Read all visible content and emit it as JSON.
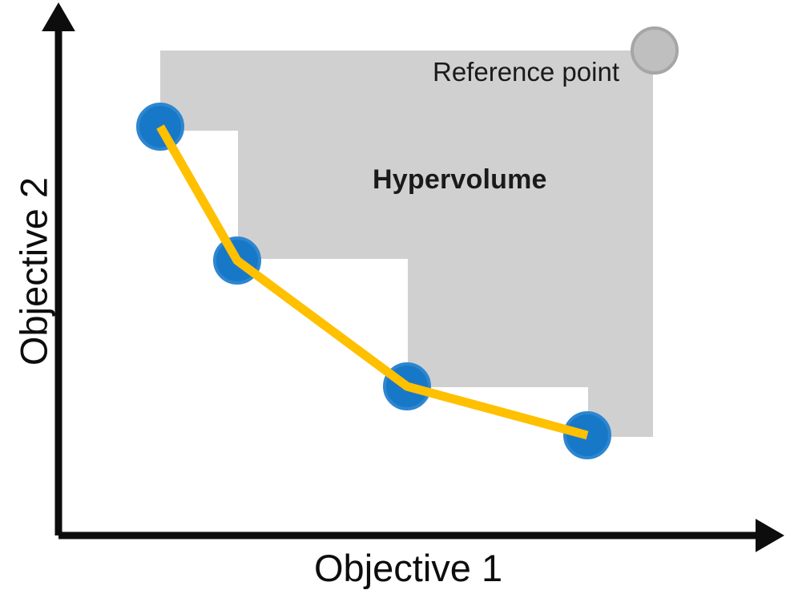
{
  "figure": {
    "title_text": "Hypervolume",
    "reference_point_label": "Reference point",
    "x_axis_label": "Objective 1",
    "y_axis_label": "Objective 2"
  },
  "colors": {
    "background": "#ffffff",
    "axis": "#0d0d0d",
    "hypervolume_fill": "#d0d0d0",
    "pareto_point_fill": "#1878C8",
    "pareto_point_ring": "#2E86D0",
    "pareto_front_line": "#FFC000",
    "reference_point_fill": "#BFBFBF",
    "reference_point_ring": "#A6A6A6",
    "text": "#1a1a1a"
  },
  "chart_data": {
    "type": "scatter",
    "title": "Hypervolume",
    "xlabel": "Objective 1",
    "ylabel": "Objective 2",
    "grid": false,
    "legend": "none",
    "annotations": [
      {
        "name": "hypervolume-region-label",
        "text": "Hypervolume",
        "x": 577,
        "y": 228
      },
      {
        "name": "reference-point-label",
        "text": "Reference point",
        "x": 665,
        "y": 90
      }
    ],
    "axes": {
      "x_axis": {
        "x1": 73,
        "y1": 668,
        "x2": 979,
        "y2": 668,
        "arrow": "end"
      },
      "y_axis": {
        "x1": 73,
        "y1": 668,
        "x2": 73,
        "y2": 3,
        "arrow": "end"
      },
      "stroke_width": 9,
      "arrow_size": 36
    },
    "series": [
      {
        "name": "Pareto front",
        "type": "line+marker",
        "marker_radius": 28,
        "line_width": 11,
        "points": [
          {
            "label": "p1",
            "x": 200,
            "y": 158
          },
          {
            "label": "p2",
            "x": 296,
            "y": 325
          },
          {
            "label": "p3",
            "x": 508,
            "y": 482
          },
          {
            "label": "p4",
            "x": 733,
            "y": 543
          }
        ]
      },
      {
        "name": "Reference point",
        "type": "marker",
        "marker_radius": 28,
        "points": [
          {
            "label": "ref",
            "x": 817,
            "y": 63
          }
        ]
      }
    ],
    "hypervolume_polygon": [
      [
        200,
        63
      ],
      [
        815,
        63
      ],
      [
        815,
        545
      ],
      [
        734,
        545
      ],
      [
        734,
        483
      ],
      [
        509,
        483
      ],
      [
        509,
        323
      ],
      [
        297,
        323
      ],
      [
        297,
        163
      ],
      [
        200,
        163
      ]
    ]
  }
}
